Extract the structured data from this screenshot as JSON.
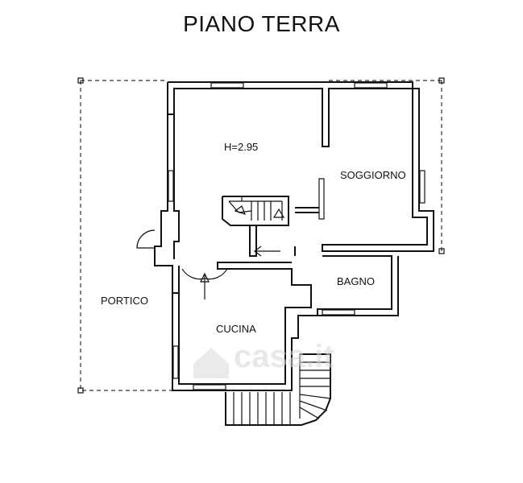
{
  "title": "PIANO TERRA",
  "rooms": {
    "height": "H=2.95",
    "soggiorno": "SOGGIORNO",
    "bagno": "BAGNO",
    "portico": "PORTICO",
    "cucina": "CUCINA"
  },
  "watermark": "casa.it",
  "colors": {
    "line": "#111111",
    "background": "#ffffff"
  }
}
